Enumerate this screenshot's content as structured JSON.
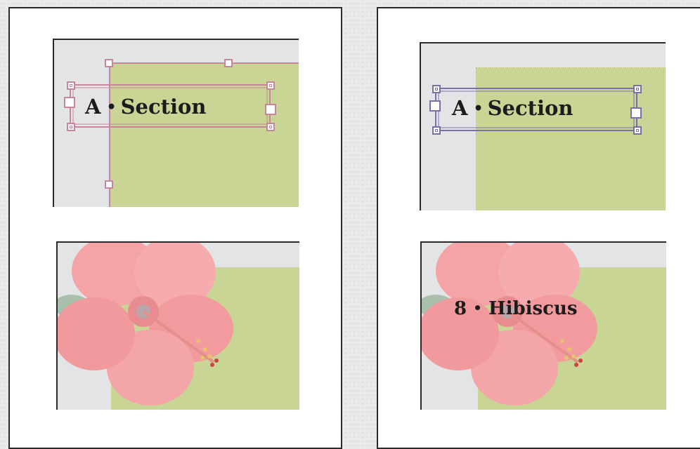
{
  "example_before": {
    "section_marker": {
      "letter": "A",
      "separator": "•",
      "word": "Section"
    }
  },
  "example_after": {
    "section_marker": {
      "letter": "A",
      "separator": "•",
      "word": "Section"
    },
    "page_marker": {
      "number": "8",
      "separator": "•",
      "word": "Hibiscus"
    }
  },
  "colors": {
    "page_background": "#ffffff",
    "frame_green": "#c9d595",
    "frame_gray": "#e3e4e6",
    "selection_pink": "#c8869b",
    "selection_purple": "#7a6fa8",
    "flower_pink": "#f4a3a6"
  }
}
